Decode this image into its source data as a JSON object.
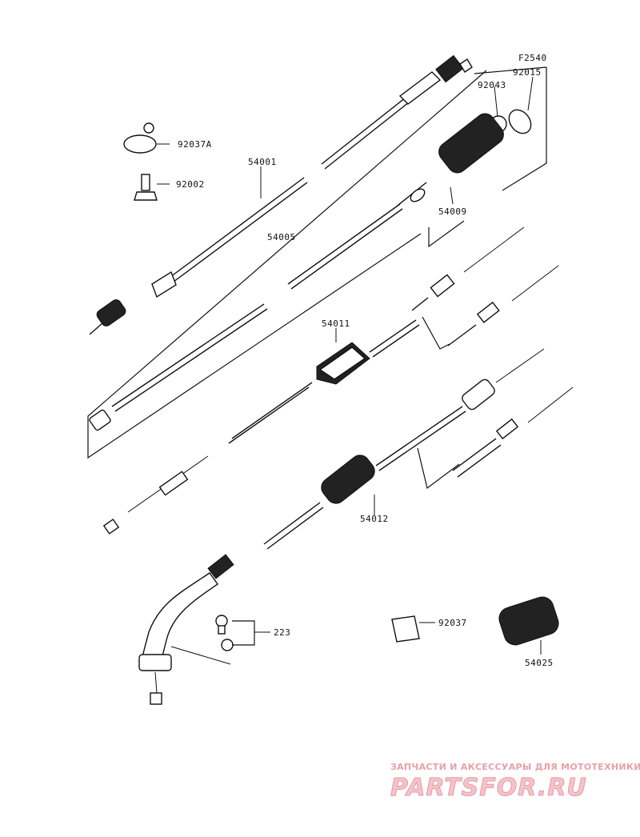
{
  "diagram": {
    "figure_code": "F2540",
    "part_labels": {
      "p92037A": "92037A",
      "p92002": "92002",
      "p54001": "54001",
      "p92043": "92043",
      "p92015": "92015",
      "p54009": "54009",
      "p54005": "54005",
      "p54011": "54011",
      "p54012": "54012",
      "p223": "223",
      "p92037": "92037",
      "p54025": "54025"
    }
  },
  "watermark": {
    "tagline": "ЗАПЧАСТИ И АКСЕССУАРЫ ДЛЯ МОТОТЕХНИКИ",
    "logo": "PARTSFOR.RU",
    "color": "#e79aa4"
  }
}
